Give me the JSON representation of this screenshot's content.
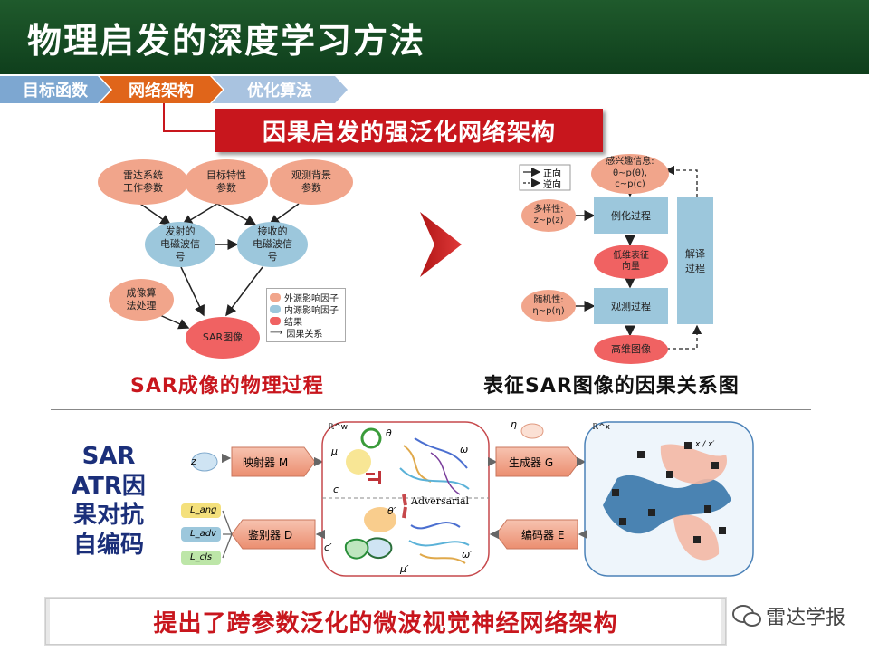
{
  "header": {
    "title": "物理启发的深度学习方法"
  },
  "breadcrumb": [
    "目标函数",
    "网络架构",
    "优化算法"
  ],
  "subtitle": "因果启发的强泛化网络架构",
  "left_diagram": {
    "top_nodes": [
      "雷达系统\n工作参数",
      "目标特性\n参数",
      "观测背景\n参数"
    ],
    "mid_nodes": [
      "发射的\n电磁波信\n号",
      "接收的\n电磁波信\n号"
    ],
    "proc_node": "成像算\n法处理",
    "result_node": "SAR图像",
    "legend": [
      "外源影响因子",
      "内源影响因子",
      "结果",
      "因果关系"
    ],
    "caption": "SAR成像的物理过程"
  },
  "right_diagram": {
    "legend": [
      "正向",
      "逆向"
    ],
    "interest": "感兴趣信息:\nθ~p(θ),\nc~p(c)",
    "diversity": "多样性:\nz~p(z)",
    "instantiate": "例化过程",
    "low_dim": "低维表征\n向量",
    "randomness": "随机性:\nη~p(η)",
    "observe": "观测过程",
    "high_dim": "高维图像",
    "decode": "解译\n过程",
    "caption": "表征SAR图像的因果关系图"
  },
  "atr": {
    "label": "SAR\nATR因\n果对抗\n自编码",
    "mapper": "映射器 M",
    "generator": "生成器 G",
    "encoder": "编码器 E",
    "discriminator": "鉴别器 D",
    "adversarial": "Adversarial",
    "losses": [
      "L_ang",
      "L_adv",
      "L_cls"
    ],
    "z_label": "z",
    "eta_label": "η",
    "w_space": "ℝ^w",
    "x_space": "ℝ^x",
    "x_label": "x / x′",
    "mu": "μ",
    "theta": "θ",
    "omega": "ω",
    "c": "c",
    "theta_p": "θ′",
    "c_p": "c′",
    "mu_p": "μ′",
    "omega_p": "ω′"
  },
  "bottom_banner": "提出了跨参数泛化的微波视觉神经网络架构",
  "watermark": "雷达学报",
  "colors": {
    "title_bg": "#0f3f1c",
    "accent_red": "#c8161d",
    "orange": "#e0651a",
    "salmon": "#f1a58b",
    "light_blue": "#9cc7dc"
  }
}
